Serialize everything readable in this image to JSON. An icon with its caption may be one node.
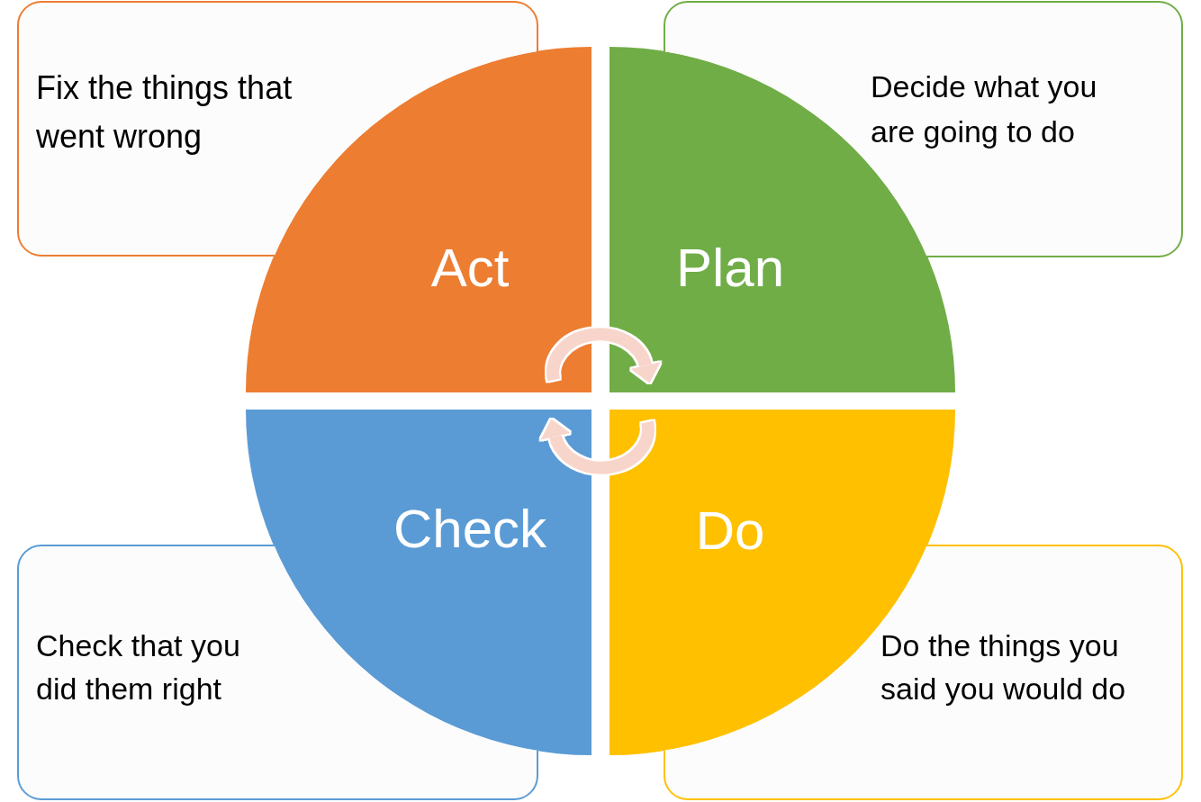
{
  "diagram": {
    "nodes": [
      {
        "text": [
          "Fix the things that went wrong"
        ]
      },
      {
        "text": [
          "Decide what you are going to do"
        ]
      },
      {
        "text": [
          "Act"
        ]
      },
      {
        "text": [
          "Plan"
        ]
      },
      {
        "text": [
          "Check"
        ]
      },
      {
        "text": [
          "Do"
        ]
      },
      {
        "text": [
          "Check that you did them right"
        ]
      },
      {
        "text": [
          "Do the things you said you would do"
        ]
      }
    ],
    "edges": [
      {
        "from": 2,
        "to": 3,
        "arrow": "to"
      },
      {
        "from": 5,
        "to": 4,
        "arrow": "to"
      }
    ]
  }
}
